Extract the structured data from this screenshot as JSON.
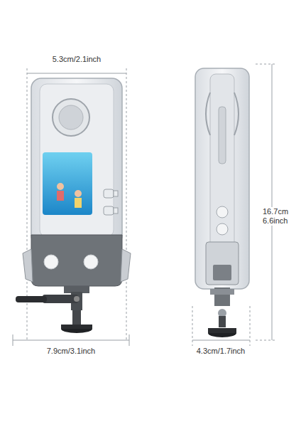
{
  "diagram": {
    "labels": [
      "5.3cm/2.1inch",
      "16.7cm 6.6inch",
      "7.9cm/3.1inch",
      "4.3cm/1.7inch"
    ]
  }
}
